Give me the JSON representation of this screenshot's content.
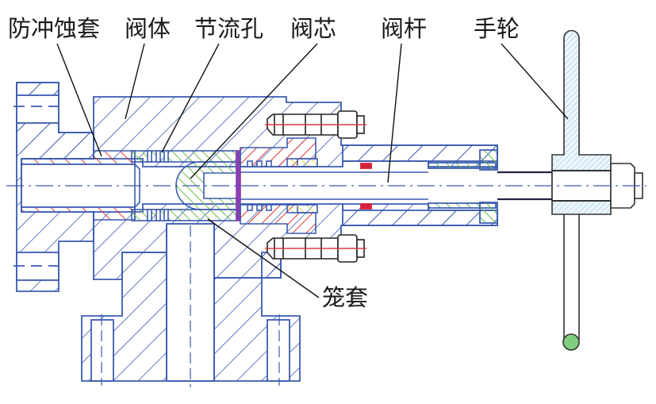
{
  "diagram": {
    "type": "valve-cross-section",
    "labels": [
      {
        "id": "anti-erosion-sleeve",
        "text": "防冲蚀套"
      },
      {
        "id": "valve-body",
        "text": "阀体"
      },
      {
        "id": "throttle-hole",
        "text": "节流孔"
      },
      {
        "id": "valve-core",
        "text": "阀芯"
      },
      {
        "id": "valve-stem",
        "text": "阀杆"
      },
      {
        "id": "handwheel",
        "text": "手轮"
      },
      {
        "id": "cage",
        "text": "笼套"
      }
    ],
    "colors": {
      "outline": "#3a5bb0",
      "hatch_body": "#3a5bb0",
      "hatch_sleeve": "#e03a3a",
      "hatch_cage": "#6bbf4a",
      "hatch_packing": "#e0d84a",
      "hatch_handwheel": "#9ccbe6",
      "handwheel_fill": "#e8f4fb",
      "bolt_outline": "#222222",
      "bolt_axis": "#e03a3a",
      "gasket": "#8a3fb0",
      "seal": "#d8223a",
      "rim_circle": "#7fcf7f",
      "leader": "#111111"
    }
  }
}
